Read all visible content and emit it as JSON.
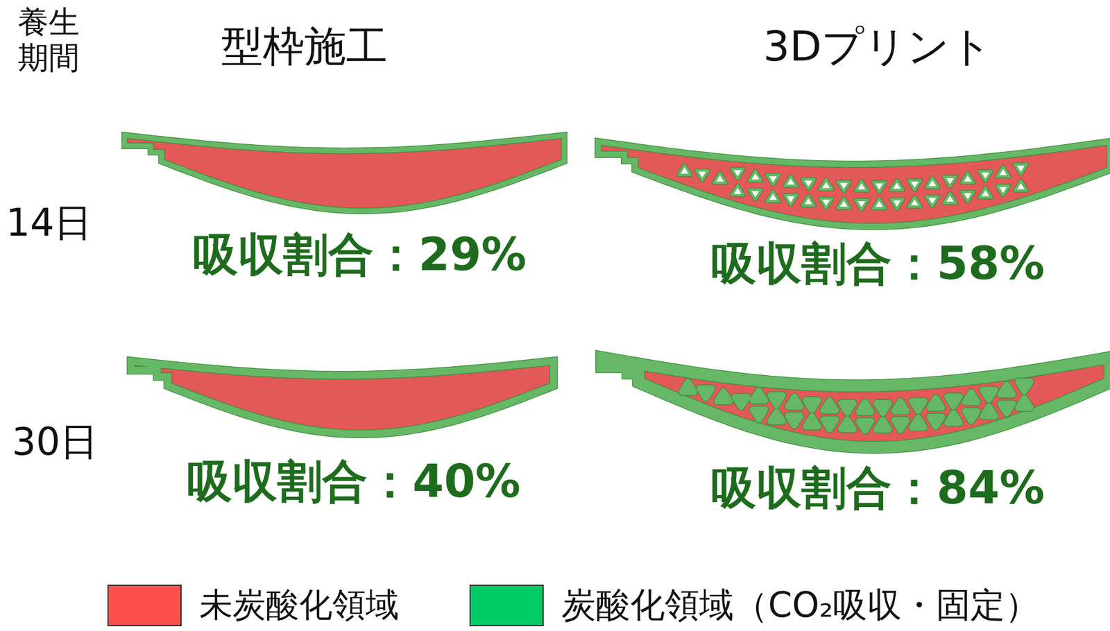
{
  "diagram": {
    "labels": [
      "養生 期間",
      "型枠施工",
      "3Dプリント",
      "14日",
      "吸収割合：29%",
      "吸収割合：58%",
      "30日",
      "吸収割合：40%",
      "吸収割合：84%"
    ],
    "legend": [
      {
        "text": "未炭酸化領域",
        "color": "#ff5050"
      },
      {
        "text": "炭酸化領域（CO₂吸収・固定）",
        "color": "#00cc66"
      }
    ]
  }
}
